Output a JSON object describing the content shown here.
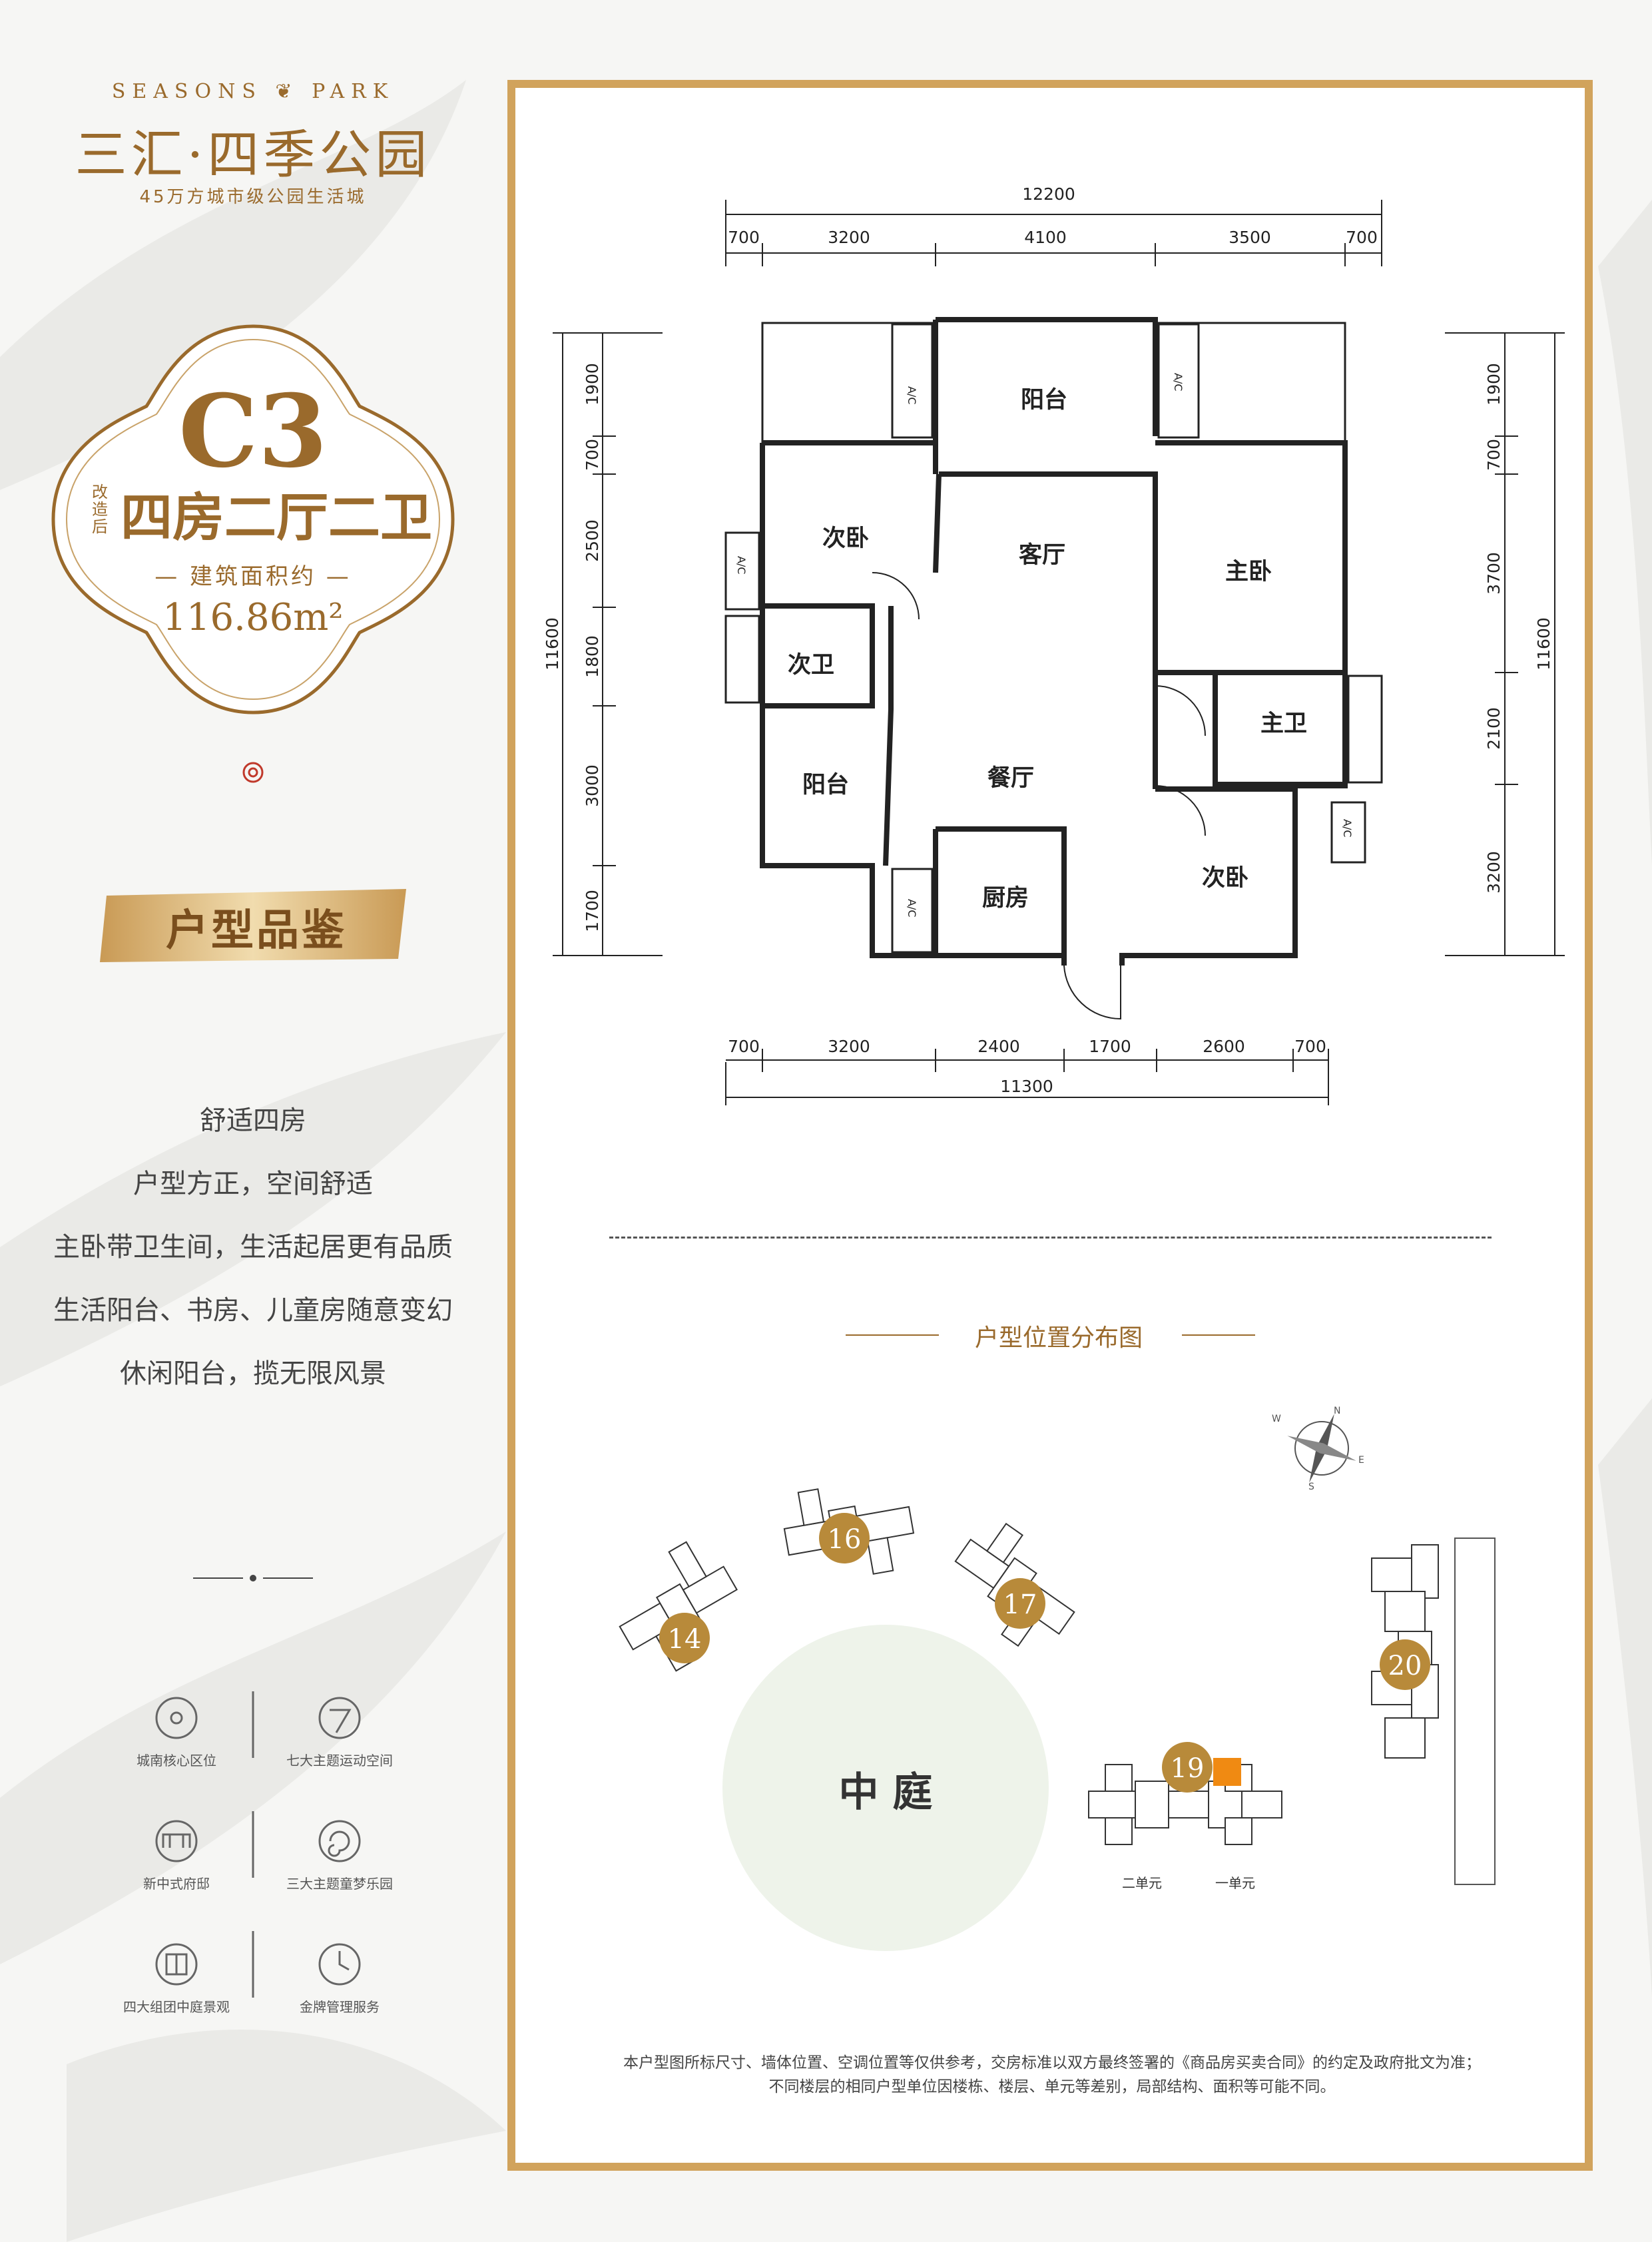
{
  "brand": {
    "en_name": "SEASONS ❦ PARK",
    "cn_name": "三汇·四季公园",
    "tagline": "45万方城市级公园生活城"
  },
  "badge": {
    "code": "C3",
    "modified_tag": "改造后",
    "unit_type": "四房二厅二卫",
    "area_label": "— 建筑面积约 —",
    "area": "116.86m²"
  },
  "section_title": "户型品鉴",
  "features": [
    "舒适四房",
    "户型方正，空间舒适",
    "主卧带卫生间，生活起居更有品质",
    "生活阳台、书房、儿童房随意变幻",
    "休闲阳台，揽无限风景"
  ],
  "icons": [
    {
      "label": "城南核心区位",
      "icon": "target-icon"
    },
    {
      "label": "七大主题运动空间",
      "icon": "seven-icon"
    },
    {
      "label": "新中式府邸",
      "icon": "gate-icon"
    },
    {
      "label": "三大主题童梦乐园",
      "icon": "swirl-icon"
    },
    {
      "label": "四大组团中庭景观",
      "icon": "courtyard-icon"
    },
    {
      "label": "金牌管理服务",
      "icon": "clock-icon"
    }
  ],
  "floorplan": {
    "rooms": {
      "balcony_top": "阳台",
      "bedroom_nw": "次卧",
      "living": "客厅",
      "master": "主卧",
      "bath_second": "次卫",
      "bath_master": "主卫",
      "balcony_left": "阳台",
      "dining": "餐厅",
      "kitchen": "厨房",
      "bedroom_se": "次卧"
    },
    "ac_label": "A/C",
    "dims_top_total": "12200",
    "dims_top": [
      "700",
      "3200",
      "4100",
      "3500",
      "700"
    ],
    "dims_bottom": [
      "700",
      "3200",
      "2400",
      "1700",
      "2600",
      "700"
    ],
    "dims_bottom_total": "11300",
    "dims_left_total": "11600",
    "dims_left": [
      "1900",
      "700",
      "2500",
      "1800",
      "3000",
      "1700"
    ],
    "dims_right_total": "11600",
    "dims_right": [
      "1900",
      "700",
      "3700",
      "2100",
      "3200"
    ]
  },
  "site_map": {
    "title": "户型位置分布图",
    "courtyard": "中 庭",
    "buildings": [
      "14",
      "16",
      "17",
      "19",
      "20"
    ],
    "units": [
      "二单元",
      "一单元"
    ],
    "compass": [
      "N",
      "E",
      "S",
      "W"
    ],
    "colors": {
      "badge": "#b88a3a",
      "highlight": "#f08a12",
      "courtyard": "#eef3ea"
    }
  },
  "disclaimer": [
    "本户型图所标尺寸、墙体位置、空调位置等仅供参考，交房标准以双方最终签署的《商品房买卖合同》的约定及政府批文为准；",
    "不同楼层的相同户型单位因楼栋、楼层、单元等差别，局部结构、面积等可能不同。"
  ],
  "colors": {
    "gold": "#9a6a2c",
    "frame": "#d1a35c"
  }
}
